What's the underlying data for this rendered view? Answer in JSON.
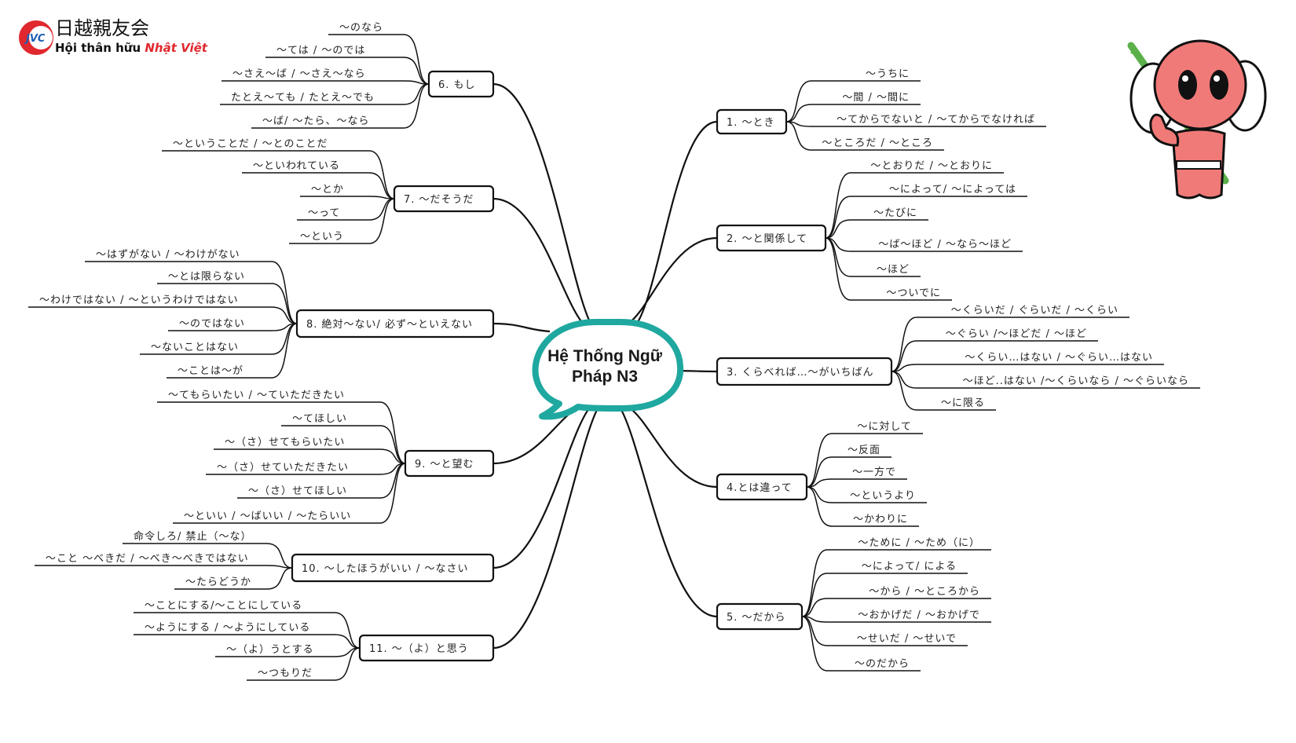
{
  "logo": {
    "badge": "JVC",
    "title_jp": "日越親友会",
    "subtitle_a": "Hội thân hữu ",
    "subtitle_b": "Nhật Việt",
    "colors": {
      "red": "#e0282e",
      "dark": "#111111"
    }
  },
  "center": {
    "line1": "Hệ Thống Ngữ",
    "line2": "Pháp N3",
    "color": "#1fa8a0"
  },
  "branches": [
    {
      "id": "b1",
      "label": "1. ～とき",
      "items": [
        "～うちに",
        "～間 / ～間に",
        "～てからでないと / ～てからでなければ",
        "～ところだ / ～ところ"
      ]
    },
    {
      "id": "b2",
      "label": "2. ～と関係して",
      "items": [
        "～とおりだ / ～とおりに",
        "～によって/ ～によっては",
        "～たびに",
        "～ば～ほど / ～なら～ほど",
        "～ほど",
        "～ついでに"
      ]
    },
    {
      "id": "b3",
      "label": "3. くらべれば…～がいちばん",
      "items": [
        "～くらいだ / ぐらいだ / ～くらい",
        "～ぐらい /～ほどだ / ～ほど",
        "～くらい…はない / ～ぐらい…はない",
        "～ほど..はない /～くらいなら / ～ぐらいなら",
        "～に限る"
      ]
    },
    {
      "id": "b4",
      "label": "4.とは違って",
      "items": [
        "～に対して",
        "～反面",
        "～一方で",
        "～というより",
        "～かわりに"
      ]
    },
    {
      "id": "b5",
      "label": "5. ～だから",
      "items": [
        "～ために / ～ため（に）",
        "～によって/ による",
        "～から / ～ところから",
        "～おかげだ / ～おかげで",
        "～せいだ / ～せいで",
        "～のだから"
      ]
    },
    {
      "id": "b6",
      "label": "6. もし",
      "items": [
        "～のなら",
        "～ては / ～のでは",
        "～さえ～ば / ～さえ～なら",
        "たとえ～ても / たとえ～でも",
        "～ば/ ～たら、～なら"
      ]
    },
    {
      "id": "b7",
      "label": "7. ～だそうだ",
      "items": [
        "～ということだ / ～とのことだ",
        "～といわれている",
        "～とか",
        "～って",
        "～という"
      ]
    },
    {
      "id": "b8",
      "label": "8. 絶対～ない/ 必ず～といえない",
      "items": [
        "～はずがない / ～わけがない",
        "～とは限らない",
        "～わけではない / ～というわけではない",
        "～のではない",
        "～ないことはない",
        "～ことは～が"
      ]
    },
    {
      "id": "b9",
      "label": "9. ～と望む",
      "items": [
        "～てもらいたい / ～ていただきたい",
        "～てほしい",
        "～（さ）せてもらいたい",
        "～（さ）せていただきたい",
        "～（さ）せてほしい",
        "～といい / ～ばいい / ～たらいい"
      ]
    },
    {
      "id": "b10",
      "label": "10. ～したほうがいい / ～なさい",
      "items": [
        "命令しろ/ 禁止（～な）",
        "～こと ～べきだ / ～べき～べきではない",
        "～たらどうか"
      ]
    },
    {
      "id": "b11",
      "label": "11. ～（よ）と思う",
      "items": [
        "～ことにする/～ことにしている",
        "～ようにする / ～ようにしている",
        "～（よ）うとする",
        "～つもりだ"
      ]
    }
  ],
  "mascot": {
    "colors": {
      "body": "#f07a78",
      "bamboo": "#5bb04a"
    }
  }
}
